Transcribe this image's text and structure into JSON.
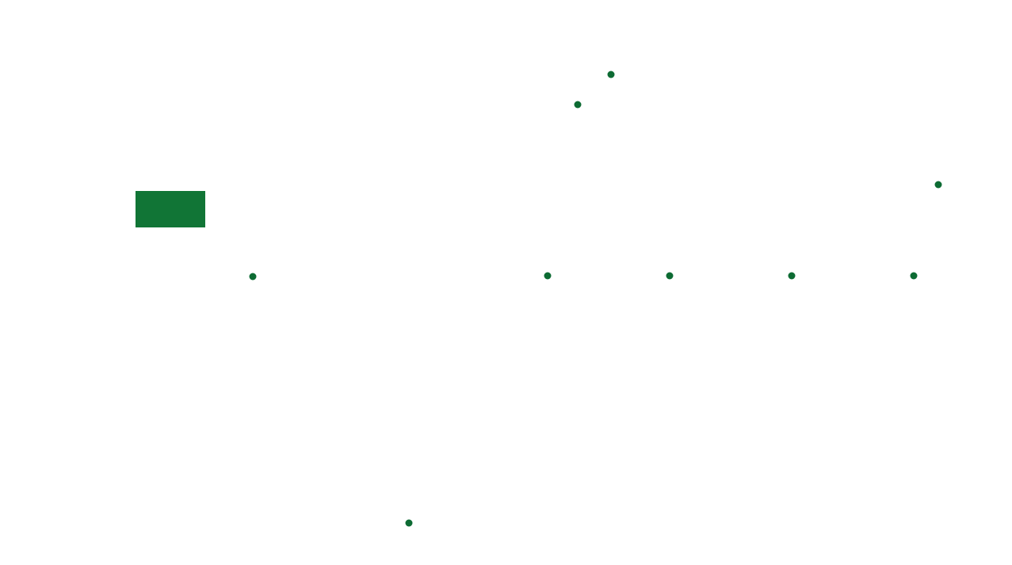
{
  "colors": {
    "background": "#ffffff",
    "block": "#117536",
    "dot": "#0d6b33"
  },
  "elements": {
    "block": {
      "shape": "rectangle"
    },
    "dots": [
      {
        "shape": "circle"
      },
      {
        "shape": "circle"
      },
      {
        "shape": "circle"
      },
      {
        "shape": "circle"
      },
      {
        "shape": "circle"
      },
      {
        "shape": "circle"
      },
      {
        "shape": "circle"
      },
      {
        "shape": "circle"
      },
      {
        "shape": "circle"
      }
    ]
  }
}
